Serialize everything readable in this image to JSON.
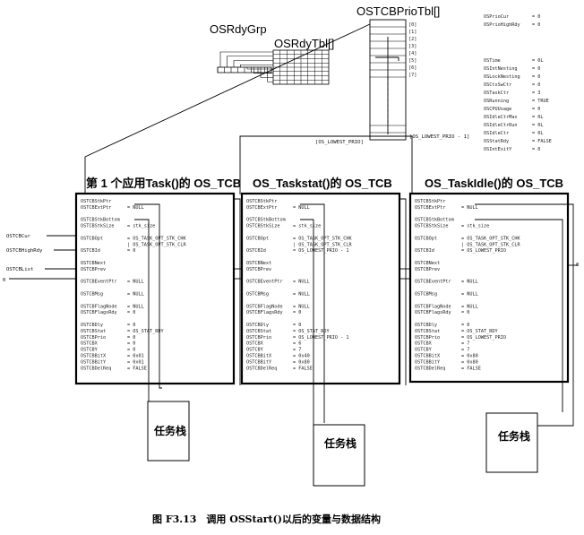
{
  "rdygrp_label": "OSRdyGrp",
  "rdytbl_label": "OSRdyTbl[]",
  "prio_tbl_label": "OSTCBPrioTbl[]",
  "prio_indices": [
    "[0]",
    "[1]",
    "[2]",
    "[3]",
    "[4]",
    "[5]",
    "[6]",
    "[7]"
  ],
  "prio_lowest_label": "[OS_LOWEST_PRIO]",
  "prio_lowest_right": "[OS_LOWEST_PRIO - 1]",
  "globals": [
    {
      "name": "OSPrioCur",
      "value": "= 0"
    },
    {
      "name": "OSPrioHighRdy",
      "value": "= 0"
    },
    {
      "name": "OSTime",
      "value": "= 0L"
    },
    {
      "name": "OSIntNesting",
      "value": "= 0"
    },
    {
      "name": "OSLockNesting",
      "value": "= 0"
    },
    {
      "name": "OSCtxSwCtr",
      "value": "= 0"
    },
    {
      "name": "OSTaskCtr",
      "value": "= 3"
    },
    {
      "name": "OSRunning",
      "value": "= TRUE"
    },
    {
      "name": "OSCPUUsage",
      "value": "= 0"
    },
    {
      "name": "OSIdleCtrMax",
      "value": "= 0L"
    },
    {
      "name": "OSIdleCtrRun",
      "value": "= 0L"
    },
    {
      "name": "OSIdleCtr",
      "value": "= 0L"
    },
    {
      "name": "OSStatRdy",
      "value": "= FALSE"
    },
    {
      "name": "OSIntExitY",
      "value": "= 0"
    }
  ],
  "left_pointers": [
    "OSTCBCur",
    "OSTCBHighRdy",
    "OSTCBList"
  ],
  "tcbs": [
    {
      "title": "第 1 个应用Task()的 OS_TCB",
      "fields": [
        [
          "OSTCBStkPtr",
          ""
        ],
        [
          "OSTCBExtPtr",
          "= NULL"
        ],
        [
          " ",
          ""
        ],
        [
          "OSTCBStkBottom",
          ""
        ],
        [
          "OSTCBStkSize",
          "= stk_size"
        ],
        [
          " ",
          ""
        ],
        [
          "OSTCBOpt",
          "= OS_TASK_OPT_STK_CHK"
        ],
        [
          "",
          "| OS_TASK_OPT_STK_CLR"
        ],
        [
          "OSTCBId",
          "= 0"
        ],
        [
          " ",
          ""
        ],
        [
          "OSTCBNext",
          ""
        ],
        [
          "OSTCBPrev",
          ""
        ],
        [
          " ",
          ""
        ],
        [
          "OSTCBEventPtr",
          "= NULL"
        ],
        [
          " ",
          ""
        ],
        [
          "OSTCBMsg",
          "= NULL"
        ],
        [
          " ",
          ""
        ],
        [
          "OSTCBFlagNode",
          "= NULL"
        ],
        [
          "OSTCBFlagsRdy",
          "= 0"
        ],
        [
          " ",
          ""
        ],
        [
          "OSTCBDly",
          "= 0"
        ],
        [
          "OSTCBStat",
          "= OS_STAT_RDY"
        ],
        [
          "OSTCBPrio",
          "= 0"
        ],
        [
          "OSTCBX",
          "= 0"
        ],
        [
          "OSTCBY",
          "= 0"
        ],
        [
          "OSTCBBitX",
          "= 0x01"
        ],
        [
          "OSTCBBitY",
          "= 0x01"
        ],
        [
          "OSTCBDelReq",
          "= FALSE"
        ]
      ]
    },
    {
      "title": "OS_Taskstat()的 OS_TCB",
      "fields": [
        [
          "OSTCBStkPtr",
          ""
        ],
        [
          "OSTCBExtPtr",
          "= NULL"
        ],
        [
          " ",
          ""
        ],
        [
          "OSTCBStkBottom",
          ""
        ],
        [
          "OSTCBStkSize",
          "= stk_size"
        ],
        [
          " ",
          ""
        ],
        [
          "OSTCBOpt",
          "= OS_TASK_OPT_STK_CHK"
        ],
        [
          "",
          "| OS_TASK_OPT_STK_CLR"
        ],
        [
          "OSTCBId",
          "= OS_LOWEST_PRIO - 1"
        ],
        [
          " ",
          ""
        ],
        [
          "OSTCBNext",
          ""
        ],
        [
          "OSTCBPrev",
          ""
        ],
        [
          " ",
          ""
        ],
        [
          "OSTCBEventPtr",
          "= NULL"
        ],
        [
          " ",
          ""
        ],
        [
          "OSTCBMsg",
          "= NULL"
        ],
        [
          " ",
          ""
        ],
        [
          "OSTCBFlagNode",
          "= NULL"
        ],
        [
          "OSTCBFlagsRdy",
          "= 0"
        ],
        [
          " ",
          ""
        ],
        [
          "OSTCBDly",
          "= 0"
        ],
        [
          "OSTCBStat",
          "= OS_STAT_RDY"
        ],
        [
          "OSTCBPrio",
          "= OS_LOWEST_PRIO - 1"
        ],
        [
          "OSTCBX",
          "= 6"
        ],
        [
          "OSTCBY",
          "= 7"
        ],
        [
          "OSTCBBitX",
          "= 0x40"
        ],
        [
          "OSTCBBitY",
          "= 0x80"
        ],
        [
          "OSTCBDelReq",
          "= FALSE"
        ]
      ]
    },
    {
      "title": "OS_TaskIdle()的 OS_TCB",
      "fields": [
        [
          "OSTCBStkPtr",
          ""
        ],
        [
          "OSTCBExtPtr",
          "= NULL"
        ],
        [
          " ",
          ""
        ],
        [
          "OSTCBStkBottom",
          ""
        ],
        [
          "OSTCBStkSize",
          "= stk_size"
        ],
        [
          " ",
          ""
        ],
        [
          "OSTCBOpt",
          "= OS_TASK_OPT_STK_CHK"
        ],
        [
          "",
          "| OS_TASK_OPT_STK_CLR"
        ],
        [
          "OSTCBId",
          "= OS_LOWEST_PRIO"
        ],
        [
          " ",
          ""
        ],
        [
          "OSTCBNext",
          ""
        ],
        [
          "OSTCBPrev",
          ""
        ],
        [
          " ",
          ""
        ],
        [
          "OSTCBEventPtr",
          "= NULL"
        ],
        [
          " ",
          ""
        ],
        [
          "OSTCBMsg",
          "= NULL"
        ],
        [
          " ",
          ""
        ],
        [
          "OSTCBFlagNode",
          "= NULL"
        ],
        [
          "OSTCBFlagsRdy",
          "= 0"
        ],
        [
          " ",
          ""
        ],
        [
          "OSTCBDly",
          "= 0"
        ],
        [
          "OSTCBStat",
          "= OS_STAT_RDY"
        ],
        [
          "OSTCBPrio",
          "= OS_LOWEST_PRIO"
        ],
        [
          "OSTCBX",
          "= 7"
        ],
        [
          "OSTCBY",
          "= 7"
        ],
        [
          "OSTCBBitX",
          "= 0x80"
        ],
        [
          "OSTCBBitY",
          "= 0x80"
        ],
        [
          "OSTCBDelReq",
          "= FALSE"
        ]
      ]
    }
  ],
  "stack_label": "任务栈",
  "null_marker": "0",
  "caption": "图 F3.13　调用 OSStart()以后的变量与数据结构"
}
